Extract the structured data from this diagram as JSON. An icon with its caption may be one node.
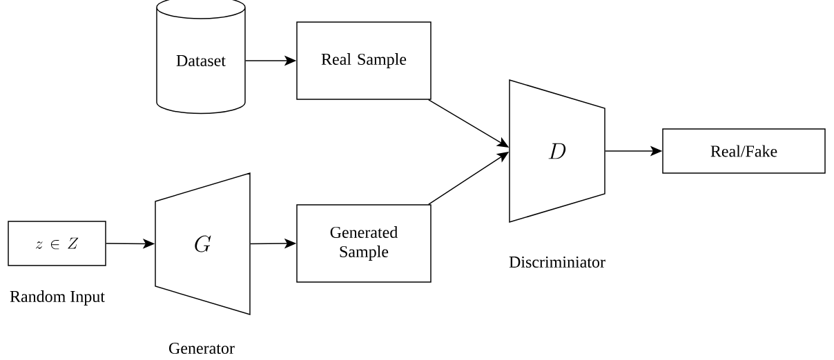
{
  "diagram": {
    "nodes": [
      {
        "text": [
          "Dataset"
        ]
      },
      {
        "text": [
          "Real Sample"
        ]
      },
      {
        "text": [
          "z \\in Z"
        ],
        "beside": [
          "Random Input"
        ]
      },
      {
        "text": [
          "G"
        ],
        "beside": [
          "Generator"
        ]
      },
      {
        "text": [
          "Generated Sample"
        ]
      },
      {
        "text": [
          "D"
        ],
        "beside": [
          "Discriminiator"
        ]
      },
      {
        "text": [
          "Real/Fake"
        ]
      }
    ],
    "edges": [
      {
        "from": 0,
        "to": 1,
        "arrow": "to"
      },
      {
        "from": 2,
        "to": 3,
        "arrow": "to"
      },
      {
        "from": 3,
        "to": 4,
        "arrow": "to"
      },
      {
        "from": 1,
        "to": 5,
        "arrow": "to"
      },
      {
        "from": 4,
        "to": 5,
        "arrow": "to"
      },
      {
        "from": 5,
        "to": 6,
        "arrow": "to"
      }
    ]
  }
}
